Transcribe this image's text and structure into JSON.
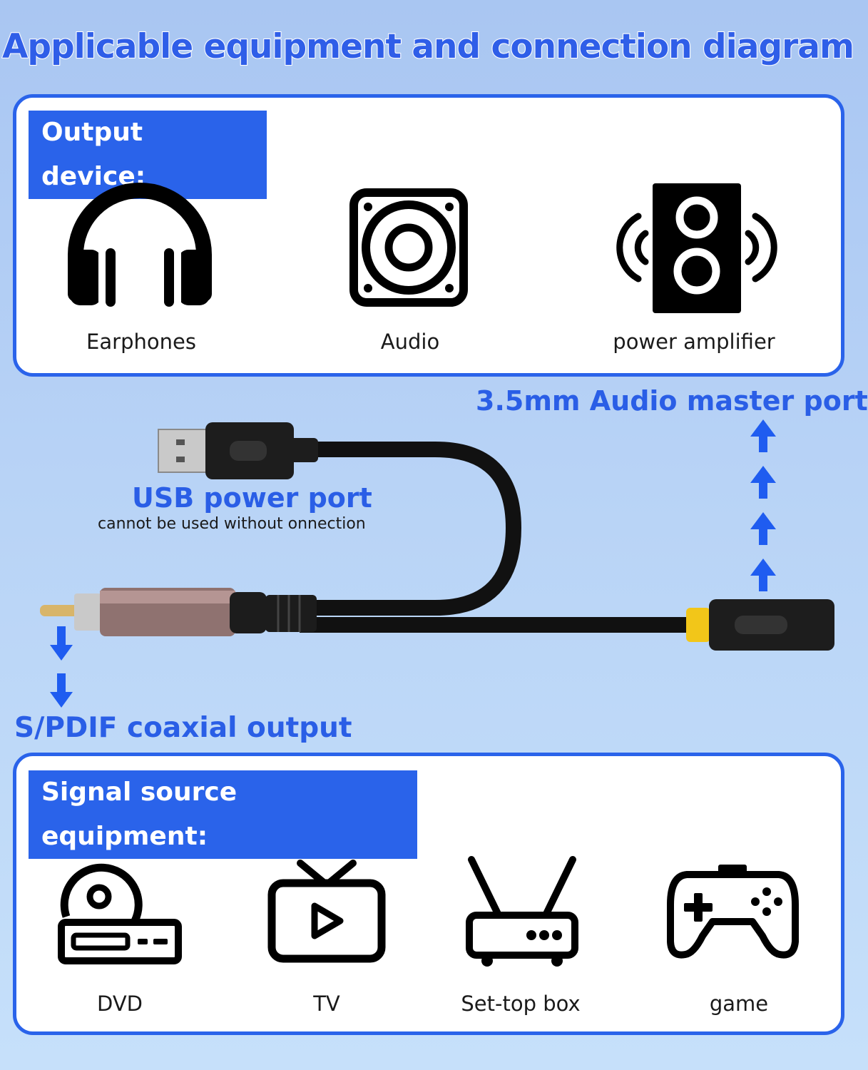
{
  "title": "Applicable equipment and connection diagram",
  "output_panel": {
    "heading": "Output device:",
    "devices": [
      {
        "label": "Earphones",
        "icon": "headphones-icon"
      },
      {
        "label": "Audio",
        "icon": "speaker-box-icon"
      },
      {
        "label": "power amplifier",
        "icon": "amplifier-speaker-icon"
      }
    ]
  },
  "cable": {
    "master_port": "3.5mm Audio master port",
    "usb_port": "USB power port",
    "usb_note": "cannot be used without onnection",
    "spdif": "S/PDIF coaxial output"
  },
  "source_panel": {
    "heading": "Signal source equipment:",
    "devices": [
      {
        "label": "DVD",
        "icon": "dvd-player-icon"
      },
      {
        "label": "TV",
        "icon": "tv-icon"
      },
      {
        "label": "Set-top box",
        "icon": "set-top-box-icon"
      },
      {
        "label": "game",
        "icon": "gamepad-icon"
      }
    ]
  },
  "colors": {
    "accent": "#2a63ea",
    "arrow": "#1f5cf0",
    "text": "#1a1a1a"
  }
}
